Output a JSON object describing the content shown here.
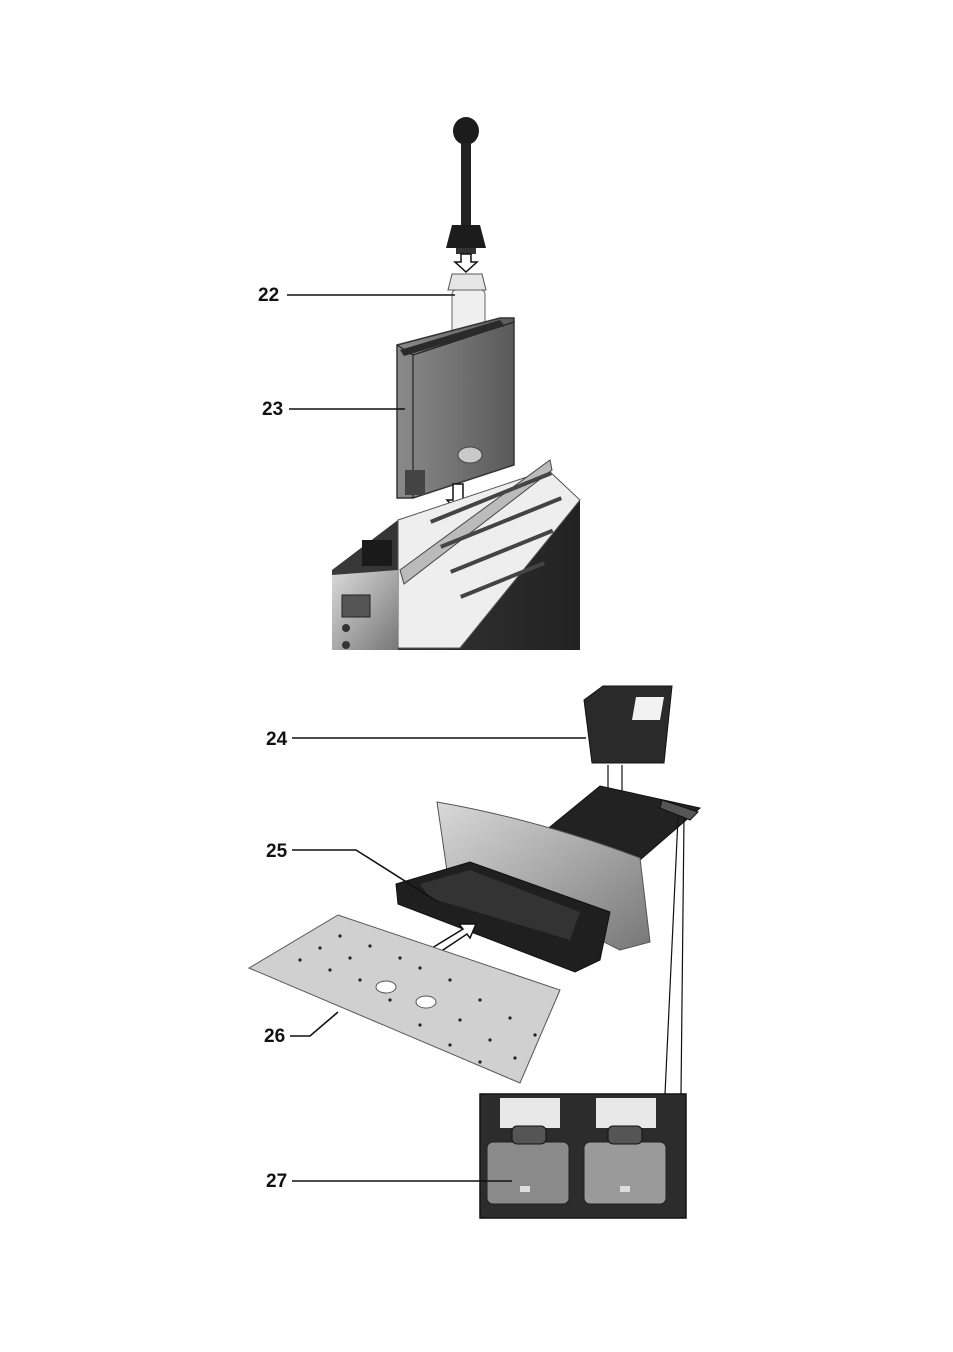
{
  "callouts": [
    {
      "id": "22",
      "text": "22"
    },
    {
      "id": "23",
      "text": "23"
    },
    {
      "id": "24",
      "text": "24"
    },
    {
      "id": "25",
      "text": "25"
    },
    {
      "id": "26",
      "text": "26"
    },
    {
      "id": "27",
      "text": "27"
    }
  ],
  "colors": {
    "dark": "#1c1c1c",
    "mid": "#6e6e6e",
    "light": "#c8c8c8",
    "steel": "#9a9a9a"
  }
}
